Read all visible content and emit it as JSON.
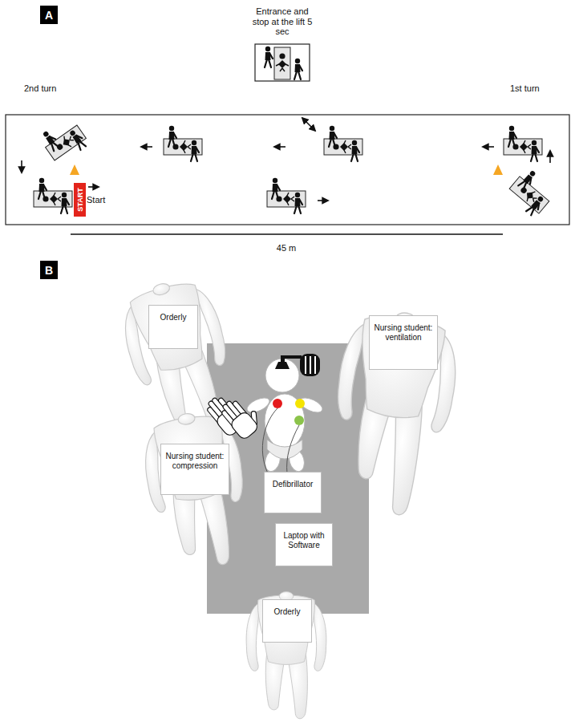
{
  "diagram": {
    "nodes": [
      {
        "text": [
          "A"
        ]
      },
      {
        "text": [
          "START"
        ]
      },
      {
        "text": [
          "B"
        ]
      },
      {
        "text": [
          "Orderly"
        ]
      },
      {
        "text": [
          "Nursing student: ventilation"
        ]
      },
      {
        "text": [
          "Nursing student: compression"
        ]
      },
      {
        "text": [
          "Defibrillator"
        ]
      },
      {
        "text": [
          "Laptop with Software"
        ]
      },
      {
        "text": [
          "Orderly"
        ]
      }
    ],
    "labels": [
      "Entrance and stop at the lift 5 sec",
      "2nd turn",
      "1st turn",
      "Start",
      "45 m"
    ]
  }
}
